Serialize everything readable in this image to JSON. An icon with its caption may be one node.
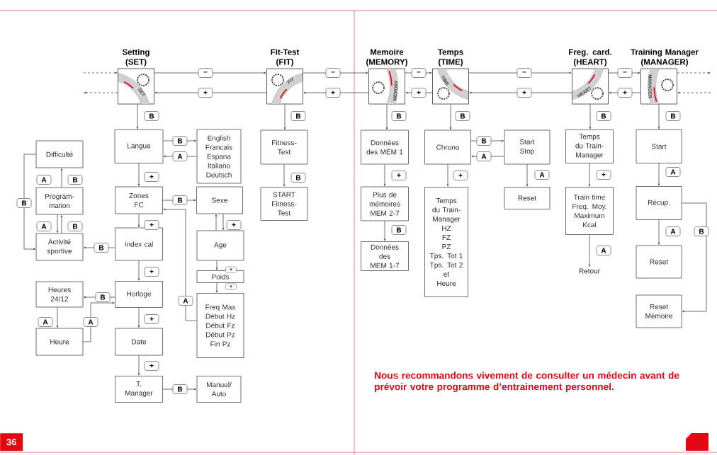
{
  "diagram": {
    "nodes": [
      {
        "text": [
          "Setting (SET)",
          "SET"
        ]
      },
      {
        "text": [
          "Fit-Test (FIT)",
          "FIT"
        ]
      },
      {
        "text": [
          "Memoire (MEMORY)",
          "MEMORY"
        ]
      },
      {
        "text": [
          "Temps (TIME)",
          "TIME"
        ]
      },
      {
        "text": [
          "Freg. card. (HEART)",
          "HEART"
        ]
      },
      {
        "text": [
          "Training Manager (MANAGER)",
          "MANAGER"
        ]
      },
      {
        "text": [
          "Langue"
        ]
      },
      {
        "text": [
          "English Francais Espana Italiano Deutsch"
        ]
      },
      {
        "text": [
          "Difficulté"
        ]
      },
      {
        "text": [
          "Zones FC"
        ]
      },
      {
        "text": [
          "Sexe"
        ]
      },
      {
        "text": [
          "Program- mation"
        ]
      },
      {
        "text": [
          "Activité sportive"
        ]
      },
      {
        "text": [
          "Index cal"
        ]
      },
      {
        "text": [
          "Age"
        ]
      },
      {
        "text": [
          "Poids"
        ]
      },
      {
        "text": [
          "Freq Max Début Hz Début Fz Début Pz Fin Pz"
        ]
      },
      {
        "text": [
          "Heures 24/12"
        ]
      },
      {
        "text": [
          "Horloge"
        ]
      },
      {
        "text": [
          "Heure"
        ]
      },
      {
        "text": [
          "Date"
        ]
      },
      {
        "text": [
          "T. Manager"
        ]
      },
      {
        "text": [
          "Manuel/ Auto"
        ]
      },
      {
        "text": [
          "Fitness- Test"
        ]
      },
      {
        "text": [
          "START Fitness- Test"
        ]
      },
      {
        "text": [
          "Données des MEM 1"
        ]
      },
      {
        "text": [
          "Plus de mémoires MEM 2-7"
        ]
      },
      {
        "text": [
          "Données des MEM 1-7"
        ]
      },
      {
        "text": [
          "Chrono"
        ]
      },
      {
        "text": [
          "Start Stop"
        ]
      },
      {
        "text": [
          "Temps du Train- Manager",
          "HZ",
          "FZ",
          "PZ",
          "Tps. Tot 1",
          "Tps. Tot 2",
          "et",
          "Heure"
        ]
      },
      {
        "text": [
          "Reset"
        ]
      },
      {
        "text": [
          "Temps du Train- Manager"
        ]
      },
      {
        "text": [
          "Train time Freq. Moy. Maximum Kcal"
        ]
      },
      {
        "text": [
          "Retour"
        ]
      },
      {
        "text": [
          "Start"
        ]
      },
      {
        "text": [
          "Récup."
        ]
      },
      {
        "text": [
          "Reset"
        ]
      },
      {
        "text": [
          "Reset Mémoire"
        ]
      }
    ],
    "edges": [
      {
        "from": null,
        "to": 0,
        "arrow": "to",
        "style": "dashed"
      },
      {
        "from": 0,
        "to": null,
        "arrow": "to",
        "style": "dashed"
      },
      {
        "from": 0,
        "to": 1,
        "arrow": "to",
        "label": "–"
      },
      {
        "from": 1,
        "to": 0,
        "arrow": "to",
        "label": "+"
      },
      {
        "from": 1,
        "to": 2,
        "arrow": "to",
        "label": "–"
      },
      {
        "from": 2,
        "to": 1,
        "arrow": "to",
        "label": "+"
      },
      {
        "from": 2,
        "to": 3,
        "arrow": "to",
        "label": "–"
      },
      {
        "from": 3,
        "to": 2,
        "arrow": "to",
        "label": "+"
      },
      {
        "from": 3,
        "to": 4,
        "arrow": "to",
        "label": "–"
      },
      {
        "from": 4,
        "to": 3,
        "arrow": "to",
        "label": "+"
      },
      {
        "from": 4,
        "to": 5,
        "arrow": "to",
        "label": "–"
      },
      {
        "from": 5,
        "to": 4,
        "arrow": "to",
        "label": "+"
      },
      {
        "from": 5,
        "to": null,
        "arrow": "to",
        "style": "dashed"
      },
      {
        "from": null,
        "to": 5,
        "arrow": "to",
        "style": "dashed"
      },
      {
        "from": 0,
        "to": 6,
        "arrow": "to",
        "label": "B"
      },
      {
        "from": 6,
        "to": 7,
        "arrow": "to",
        "label": "B"
      },
      {
        "from": 7,
        "to": 6,
        "arrow": "to",
        "label": "A"
      },
      {
        "from": 6,
        "to": 9,
        "arrow": "to",
        "label": "+"
      },
      {
        "from": 9,
        "to": 10,
        "arrow": "to",
        "label": "B"
      },
      {
        "from": 10,
        "to": 14,
        "arrow": "to",
        "label": "+"
      },
      {
        "from": 14,
        "to": 10,
        "arrow": "to"
      },
      {
        "from": 14,
        "to": 15,
        "arrow": "to",
        "label": "+"
      },
      {
        "from": 15,
        "to": 16,
        "arrow": "to",
        "label": "+"
      },
      {
        "from": 16,
        "to": 9,
        "arrow": "to",
        "label": "A"
      },
      {
        "from": 9,
        "to": 13,
        "arrow": "to",
        "label": "+"
      },
      {
        "from": 13,
        "to": 12,
        "arrow": "to",
        "label": "B"
      },
      {
        "from": 11,
        "to": 12,
        "arrow": "to",
        "label": "A"
      },
      {
        "from": 12,
        "to": 11,
        "arrow": "to",
        "label": "B"
      },
      {
        "from": 11,
        "to": 8,
        "arrow": "to",
        "label": "B"
      },
      {
        "from": 8,
        "to": 12,
        "arrow": "to",
        "label": "B"
      },
      {
        "from": 13,
        "to": 18,
        "arrow": "to",
        "label": "+"
      },
      {
        "from": 18,
        "to": 17,
        "arrow": "to",
        "label": "B"
      },
      {
        "from": 17,
        "to": 19,
        "arrow": "to",
        "label": "A"
      },
      {
        "from": 19,
        "to": 18,
        "arrow": "to",
        "label": "A"
      },
      {
        "from": 18,
        "to": 20,
        "arrow": "to",
        "label": "+"
      },
      {
        "from": 20,
        "to": 21,
        "arrow": "to",
        "label": "+"
      },
      {
        "from": 21,
        "to": 22,
        "arrow": "to",
        "label": "B"
      },
      {
        "from": 1,
        "to": 23,
        "arrow": "to",
        "label": "B"
      },
      {
        "from": 23,
        "to": 24,
        "arrow": "to",
        "label": "B"
      },
      {
        "from": 2,
        "to": 25,
        "arrow": "to",
        "label": "B"
      },
      {
        "from": 25,
        "to": 26,
        "arrow": "to",
        "label": "+"
      },
      {
        "from": 26,
        "to": 27,
        "arrow": "to",
        "label": "B"
      },
      {
        "from": 3,
        "to": 28,
        "arrow": "to",
        "label": "B"
      },
      {
        "from": 28,
        "to": 29,
        "arrow": "to",
        "label": "B"
      },
      {
        "from": 29,
        "to": 28,
        "arrow": "to",
        "label": "A"
      },
      {
        "from": 28,
        "to": 30,
        "arrow": "to",
        "label": "+"
      },
      {
        "from": 29,
        "to": 31,
        "arrow": "to",
        "label": "A"
      },
      {
        "from": 4,
        "to": 32,
        "arrow": "to",
        "label": "B"
      },
      {
        "from": 32,
        "to": 33,
        "arrow": "to",
        "label": "+"
      },
      {
        "from": 33,
        "to": 34,
        "arrow": "to",
        "label": "A"
      },
      {
        "from": 5,
        "to": 35,
        "arrow": "to",
        "label": "B"
      },
      {
        "from": 35,
        "to": 36,
        "arrow": "to",
        "label": "A"
      },
      {
        "from": 36,
        "to": 37,
        "arrow": "to",
        "label": "A"
      },
      {
        "from": 36,
        "to": 38,
        "arrow": "to",
        "label": "B"
      }
    ],
    "labels": [
      "A",
      "Nous recommandons vivement de consulter un médecin avant de prévoir votre programme d’entrainement personnel.",
      "36"
    ]
  }
}
